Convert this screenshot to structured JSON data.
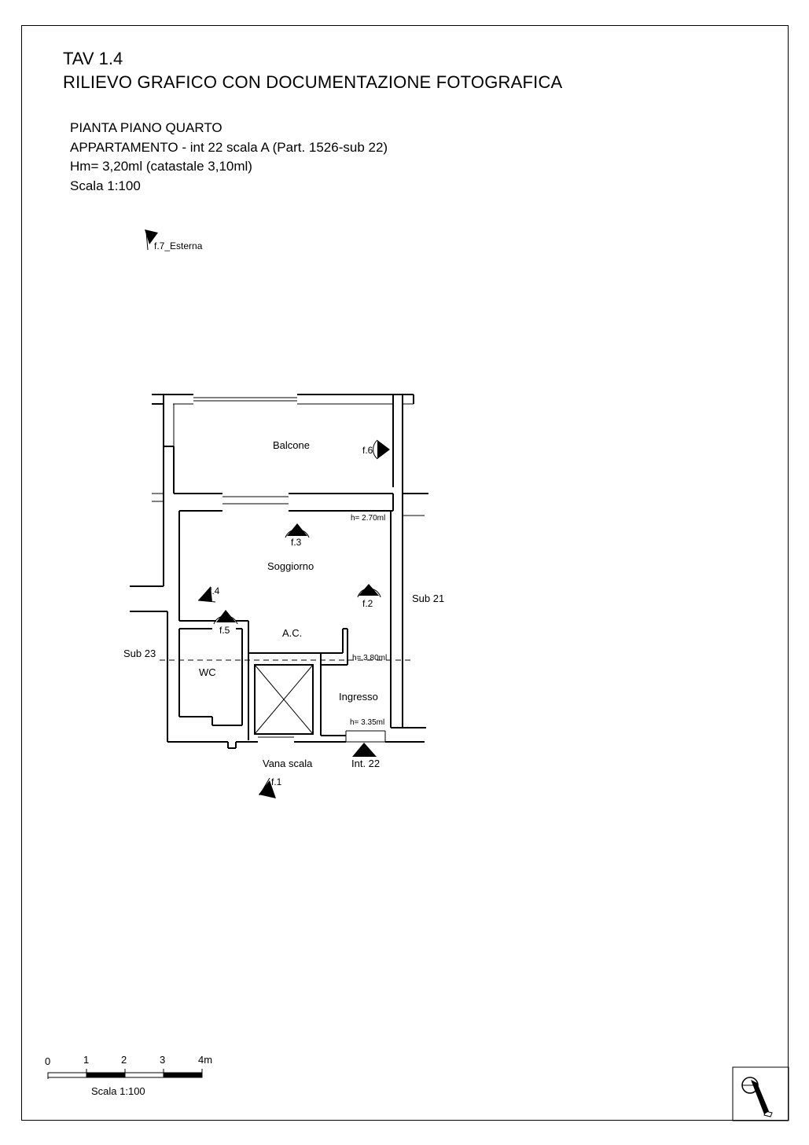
{
  "header": {
    "title": "TAV 1.4",
    "subtitle": "RILIEVO GRAFICO CON DOCUMENTAZIONE FOTOGRAFICA"
  },
  "info": {
    "line1": "PIANTA PIANO QUARTO",
    "line2": "APPARTAMENTO - int 22 scala A (Part. 1526-sub 22)",
    "line3": "Hm= 3,20ml (catastale 3,10ml)",
    "line4": "Scala 1:100"
  },
  "plan": {
    "rooms": {
      "balcone": "Balcone",
      "soggiorno": "Soggiorno",
      "ac": "A.C.",
      "wc": "WC",
      "ingresso": "Ingresso",
      "vana_scala": "Vana scala",
      "int": "Int. 22"
    },
    "neighbors": {
      "sub21": "Sub 21",
      "sub23": "Sub 23"
    },
    "heights": {
      "h1": "h= 2.70ml",
      "h2": "h= 3.80ml",
      "h3": "h= 3.35ml"
    },
    "photo_points": {
      "f1": "f.1",
      "f2": "f.2",
      "f3": "f.3",
      "f4": "f.4",
      "f5": "f.5",
      "f6": "f.6",
      "f7": "f.7_Esterna"
    }
  },
  "scale_bar": {
    "ticks": [
      "0",
      "1",
      "2",
      "3",
      "4m"
    ],
    "label": "Scala 1:100"
  }
}
